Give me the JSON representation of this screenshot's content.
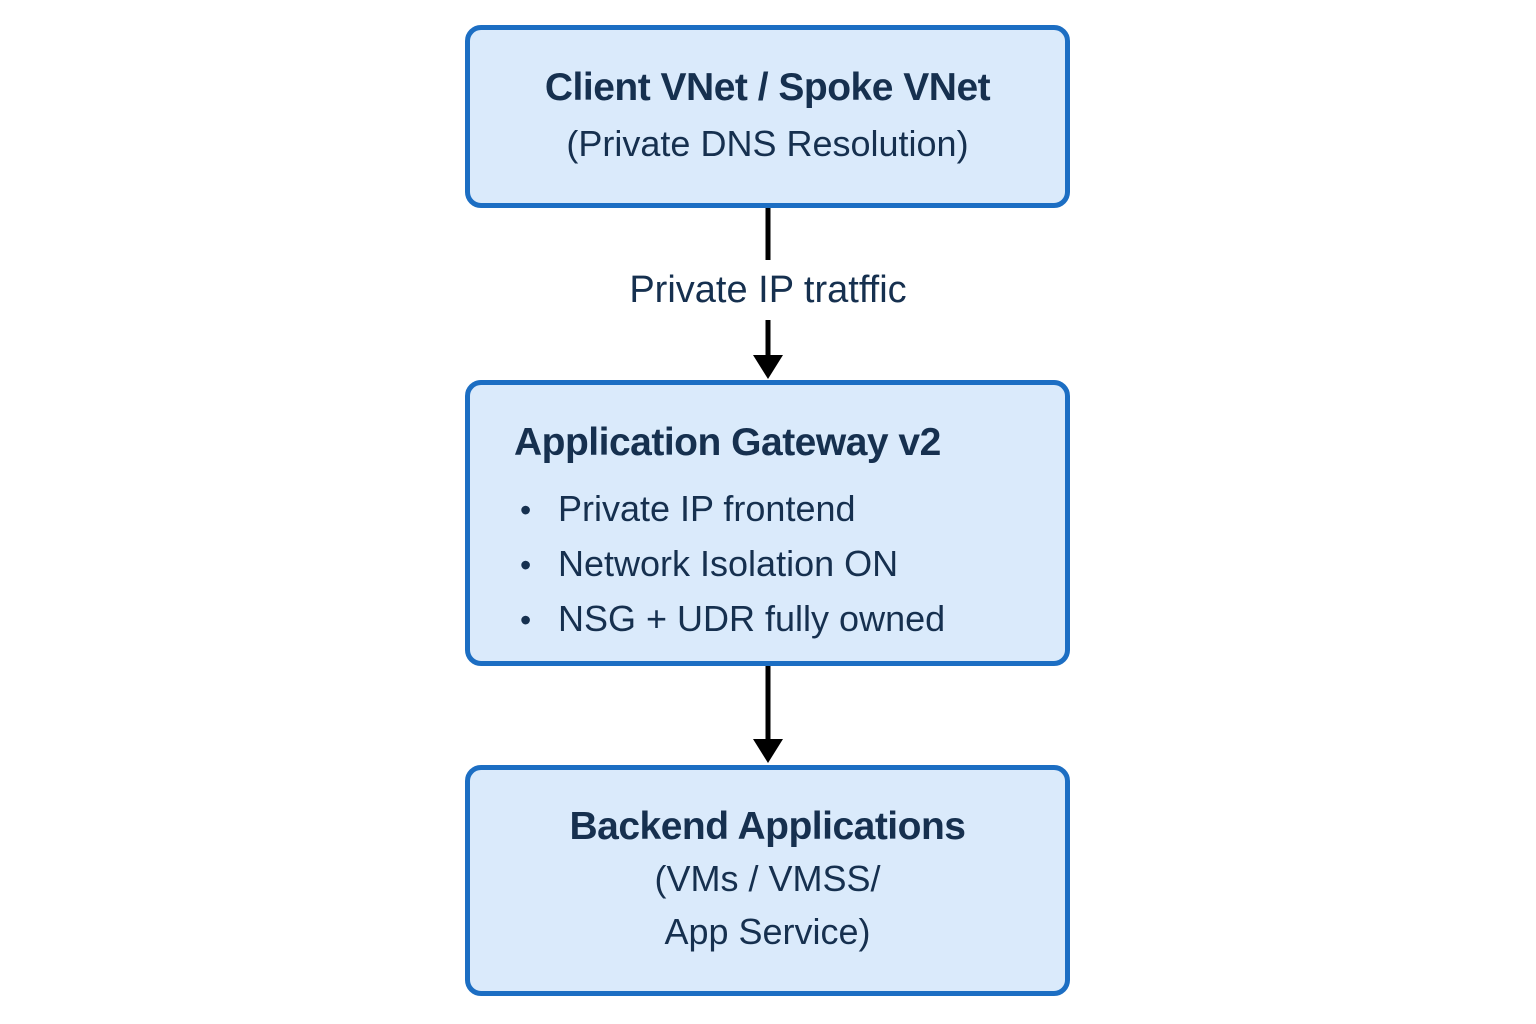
{
  "glyphs": {
    "bullet": "•"
  },
  "colors": {
    "background": "#FFFFFF",
    "box_fill": "#DAEAFB",
    "box_border": "#1C6EC3",
    "text": "#16304F",
    "arrow": "#000000"
  },
  "nodes": {
    "client_vnet": {
      "title": "Client VNet / Spoke VNet",
      "subtitle": "(Private DNS Resolution)"
    },
    "app_gateway": {
      "title": "Application Gateway v2",
      "bullets": [
        "Private IP frontend",
        "Network Isolation ON",
        "NSG + UDR fully owned"
      ]
    },
    "backend": {
      "title": "Backend Applications",
      "subtitle_lines": [
        "(VMs / VMSS/",
        "App Service)"
      ]
    }
  },
  "edges": {
    "client_to_gateway": {
      "label": "Private IP tratffic"
    },
    "gateway_to_backend": {
      "label": ""
    }
  }
}
